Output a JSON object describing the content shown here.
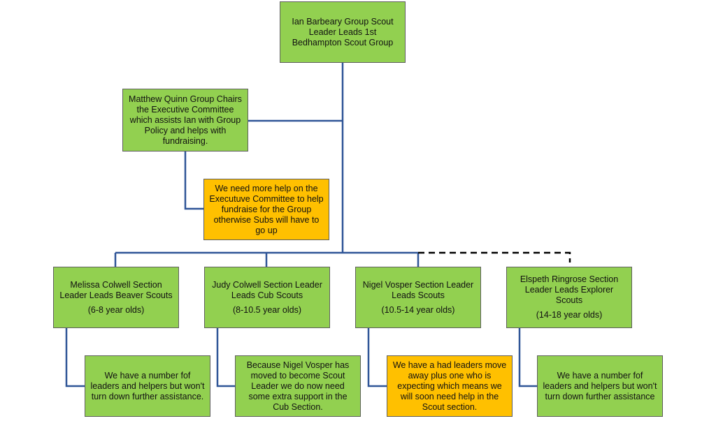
{
  "colors": {
    "role_box": "#92d050",
    "help_box": "#ffc000",
    "connector": "#2f5597",
    "dashed_connector": "#000000"
  },
  "root": {
    "text": "Ian Barbeary Group Scout Leader Leads 1st Bedhampton Scout Group"
  },
  "chair": {
    "text": "Matthew Quinn Group Chairs the Executive Committee which assists Ian with Group Policy and helps with fundraising."
  },
  "exec_help": {
    "text": "We need more help on the Executuve Committee to help fundraise for the Group otherwise Subs will have to go up"
  },
  "sections": [
    {
      "leader": "Melissa Colwell Section Leader Leads  Beaver Scouts",
      "ages": "(6-8 year olds)",
      "note": "We have a number fof leaders and helpers but won't turn down further assistance."
    },
    {
      "leader": "Judy Colwell Section Leader Leads Cub Scouts",
      "ages": "(8-10.5 year olds)",
      "note": "Because Nigel Vosper has moved to become Scout Leader we do now need some extra support in the Cub Section."
    },
    {
      "leader": "Nigel Vosper Section Leader Leads Scouts",
      "ages": "(10.5-14 year olds)",
      "note": "We have a had leaders move away plus one who is expecting which means we will soon need help in the Scout section."
    },
    {
      "leader": "Elspeth Ringrose Section Leader Leads Explorer Scouts",
      "ages": "(14-18 year olds)",
      "note": "We have a number fof leaders and helpers but won't turn down further assistance"
    }
  ]
}
